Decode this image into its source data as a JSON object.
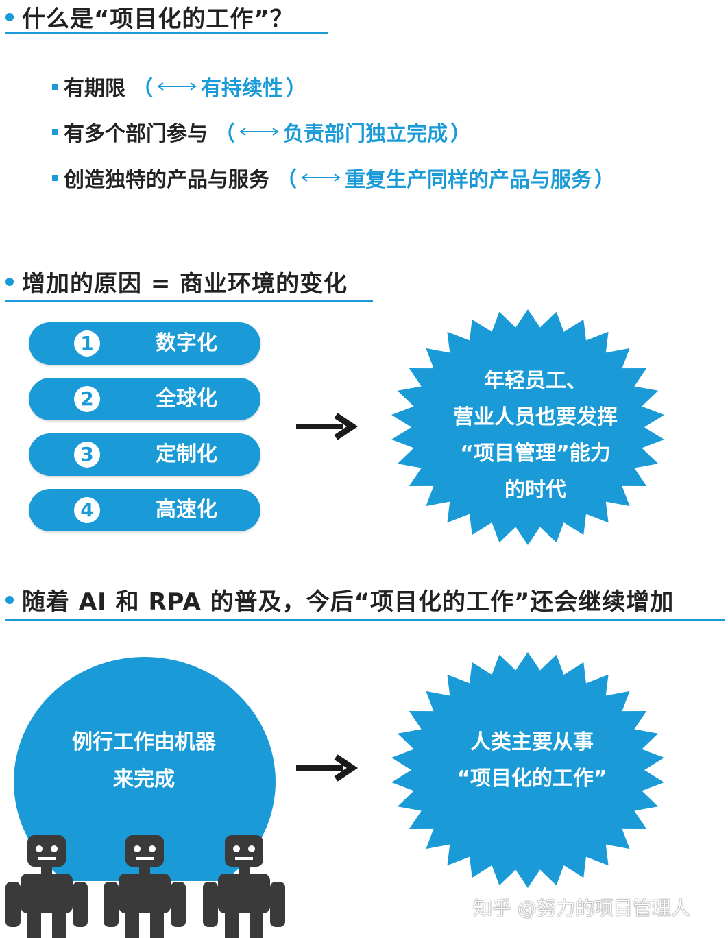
{
  "section1": {
    "title": "什么是“项目化的工作”？",
    "items": [
      {
        "main": "有期限",
        "open": "（",
        "alt": "有持续性",
        "close": "）"
      },
      {
        "main": "有多个部门参与",
        "open": "（",
        "alt": "负责部门独立完成",
        "close": "）"
      },
      {
        "main": "创造独特的产品与服务",
        "open": "（",
        "alt": "重复生产同样的产品与服务",
        "close": "）"
      }
    ]
  },
  "section2": {
    "title": "增加的原因 = 商业环境的变化",
    "pills": [
      {
        "num": "1",
        "label": "数字化"
      },
      {
        "num": "2",
        "label": "全球化"
      },
      {
        "num": "3",
        "label": "定制化"
      },
      {
        "num": "4",
        "label": "高速化"
      }
    ],
    "result_lines": [
      "年轻员工、",
      "营业人员也要发挥",
      "“项目管理”能力",
      "的时代"
    ]
  },
  "section3": {
    "title": "随着 AI 和 RPA 的普及，今后“项目化的工作”还会继续增加",
    "circle_lines": [
      "例行工作由机器",
      "来完成"
    ],
    "result_lines": [
      "人类主要从事",
      "“项目化的工作”"
    ]
  },
  "watermark": "知乎 @努力的项目管理人",
  "colors": {
    "accent": "#1a9bd7",
    "robot": "#3a3a3a"
  }
}
